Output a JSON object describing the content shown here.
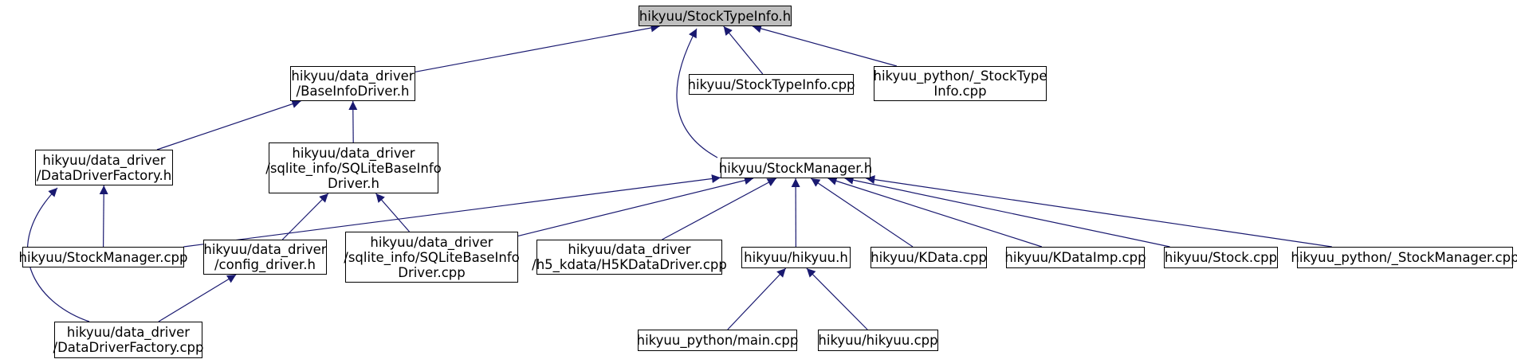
{
  "diagram": {
    "edge_color": "#191970",
    "nodes": [
      {
        "id": "stocktypeinfo_h",
        "lines": [
          "hikyuu/StockTypeInfo.h"
        ],
        "root": true
      },
      {
        "id": "baseinfodriver_h",
        "lines": [
          "hikyuu/data_driver",
          "/BaseInfoDriver.h"
        ]
      },
      {
        "id": "stocktypeinfo_cpp",
        "lines": [
          "hikyuu/StockTypeInfo.cpp"
        ]
      },
      {
        "id": "py_stocktypeinfo_cpp",
        "lines": [
          "hikyuu_python/_StockType",
          "Info.cpp"
        ]
      },
      {
        "id": "datadriverfactory_h",
        "lines": [
          "hikyuu/data_driver",
          "/DataDriverFactory.h"
        ]
      },
      {
        "id": "sqlitebaseinfodriver_h",
        "lines": [
          "hikyuu/data_driver",
          "/sqlite_info/SQLiteBaseInfo",
          "Driver.h"
        ]
      },
      {
        "id": "stockmanager_h",
        "lines": [
          "hikyuu/StockManager.h"
        ]
      },
      {
        "id": "stockmanager_cpp",
        "lines": [
          "hikyuu/StockManager.cpp"
        ]
      },
      {
        "id": "config_driver_h",
        "lines": [
          "hikyuu/data_driver",
          "/config_driver.h"
        ]
      },
      {
        "id": "sqlitebaseinfodriver_cpp",
        "lines": [
          "hikyuu/data_driver",
          "/sqlite_info/SQLiteBaseInfo",
          "Driver.cpp"
        ]
      },
      {
        "id": "h5kdatadriver_cpp",
        "lines": [
          "hikyuu/data_driver",
          "/h5_kdata/H5KDataDriver.cpp"
        ]
      },
      {
        "id": "hikyuu_h",
        "lines": [
          "hikyuu/hikyuu.h"
        ]
      },
      {
        "id": "kdata_cpp",
        "lines": [
          "hikyuu/KData.cpp"
        ]
      },
      {
        "id": "kdataimp_cpp",
        "lines": [
          "hikyuu/KDataImp.cpp"
        ]
      },
      {
        "id": "stock_cpp",
        "lines": [
          "hikyuu/Stock.cpp"
        ]
      },
      {
        "id": "py_stockmanager_cpp",
        "lines": [
          "hikyuu_python/_StockManager.cpp"
        ]
      },
      {
        "id": "datadriverfactory_cpp",
        "lines": [
          "hikyuu/data_driver",
          "/DataDriverFactory.cpp"
        ]
      },
      {
        "id": "python_main_cpp",
        "lines": [
          "hikyuu_python/main.cpp"
        ]
      },
      {
        "id": "hikyuu_cpp",
        "lines": [
          "hikyuu/hikyuu.cpp"
        ]
      }
    ],
    "edges": [
      {
        "from": "baseinfodriver_h",
        "to": "stocktypeinfo_h"
      },
      {
        "from": "stocktypeinfo_cpp",
        "to": "stocktypeinfo_h"
      },
      {
        "from": "py_stocktypeinfo_cpp",
        "to": "stocktypeinfo_h"
      },
      {
        "from": "stockmanager_h",
        "to": "stocktypeinfo_h"
      },
      {
        "from": "datadriverfactory_h",
        "to": "baseinfodriver_h"
      },
      {
        "from": "sqlitebaseinfodriver_h",
        "to": "baseinfodriver_h"
      },
      {
        "from": "stockmanager_cpp",
        "to": "datadriverfactory_h"
      },
      {
        "from": "datadriverfactory_cpp",
        "to": "datadriverfactory_h"
      },
      {
        "from": "config_driver_h",
        "to": "sqlitebaseinfodriver_h"
      },
      {
        "from": "sqlitebaseinfodriver_cpp",
        "to": "sqlitebaseinfodriver_h"
      },
      {
        "from": "datadriverfactory_cpp",
        "to": "config_driver_h"
      },
      {
        "from": "stockmanager_cpp",
        "to": "stockmanager_h"
      },
      {
        "from": "sqlitebaseinfodriver_cpp",
        "to": "stockmanager_h"
      },
      {
        "from": "h5kdatadriver_cpp",
        "to": "stockmanager_h"
      },
      {
        "from": "hikyuu_h",
        "to": "stockmanager_h"
      },
      {
        "from": "kdata_cpp",
        "to": "stockmanager_h"
      },
      {
        "from": "kdataimp_cpp",
        "to": "stockmanager_h"
      },
      {
        "from": "stock_cpp",
        "to": "stockmanager_h"
      },
      {
        "from": "py_stockmanager_cpp",
        "to": "stockmanager_h"
      },
      {
        "from": "python_main_cpp",
        "to": "hikyuu_h"
      },
      {
        "from": "hikyuu_cpp",
        "to": "hikyuu_h"
      }
    ]
  }
}
